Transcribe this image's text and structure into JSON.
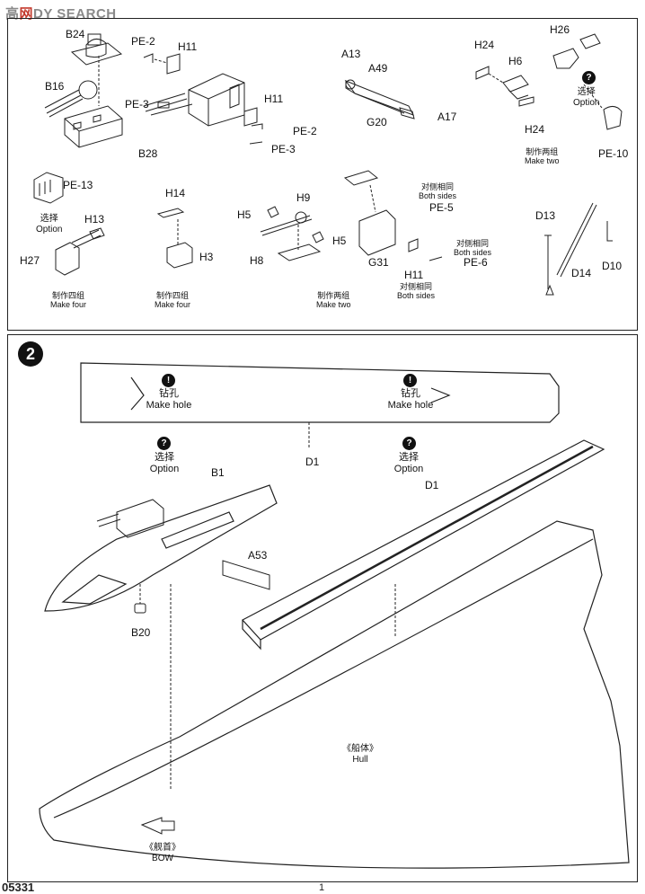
{
  "watermark": {
    "prefix": "高",
    "mid": "网",
    "suffix": "DY SEARCH"
  },
  "footer": {
    "code": "05331",
    "page": "1"
  },
  "step1": {
    "labels": {
      "b24": "B24",
      "b16": "B16",
      "b28": "B28",
      "pe2a": "PE-2",
      "h11a": "H11",
      "pe3a": "PE-3",
      "h11b": "H11",
      "pe2b": "PE-2",
      "pe3b": "PE-3",
      "a13": "A13",
      "a49": "A49",
      "g20": "G20",
      "a17": "A17",
      "h24a": "H24",
      "h6": "H6",
      "h24b": "H24",
      "h26": "H26",
      "pe10": "PE-10",
      "pe13": "PE-13",
      "h13": "H13",
      "h27": "H27",
      "h14": "H14",
      "h3": "H3",
      "h9": "H9",
      "h5a": "H5",
      "h5b": "H5",
      "h8": "H8",
      "pe5": "PE-5",
      "g31": "G31",
      "pe6": "PE-6",
      "h11c": "H11",
      "d13": "D13",
      "d14": "D14",
      "d10": "D10"
    },
    "option_a": {
      "cn": "选择",
      "en": "Option"
    },
    "option_b": {
      "cn": "选择",
      "en": "Option"
    },
    "make_two_a": {
      "cn": "制作两组",
      "en": "Make two"
    },
    "make_four_a": {
      "cn": "制作四组",
      "en": "Make four"
    },
    "make_four_b": {
      "cn": "制作四组",
      "en": "Make four"
    },
    "make_two_b": {
      "cn": "制作两组",
      "en": "Make two"
    },
    "both_sides_a": {
      "cn": "对侧相同",
      "en": "Both sides"
    },
    "both_sides_b": {
      "cn": "对侧相同",
      "en": "Both sides"
    },
    "both_sides_c": {
      "cn": "对侧相同",
      "en": "Both sides"
    },
    "question_mark": "?",
    "exclaim_mark": "!"
  },
  "step2": {
    "number": "2",
    "drill_left": {
      "cn": "钻孔",
      "en": "Make hole"
    },
    "drill_right": {
      "cn": "钻孔",
      "en": "Make hole"
    },
    "option_left": {
      "cn": "选择",
      "en": "Option"
    },
    "option_right": {
      "cn": "选择",
      "en": "Option"
    },
    "labels": {
      "d1a": "D1",
      "d1b": "D1",
      "b1": "B1",
      "a53": "A53",
      "b20": "B20"
    },
    "hull": {
      "cn": "《船体》",
      "en": "Hull"
    },
    "bow": {
      "cn": "《舰首》",
      "en": "BOW"
    },
    "question_mark": "?",
    "exclaim_mark": "!"
  }
}
